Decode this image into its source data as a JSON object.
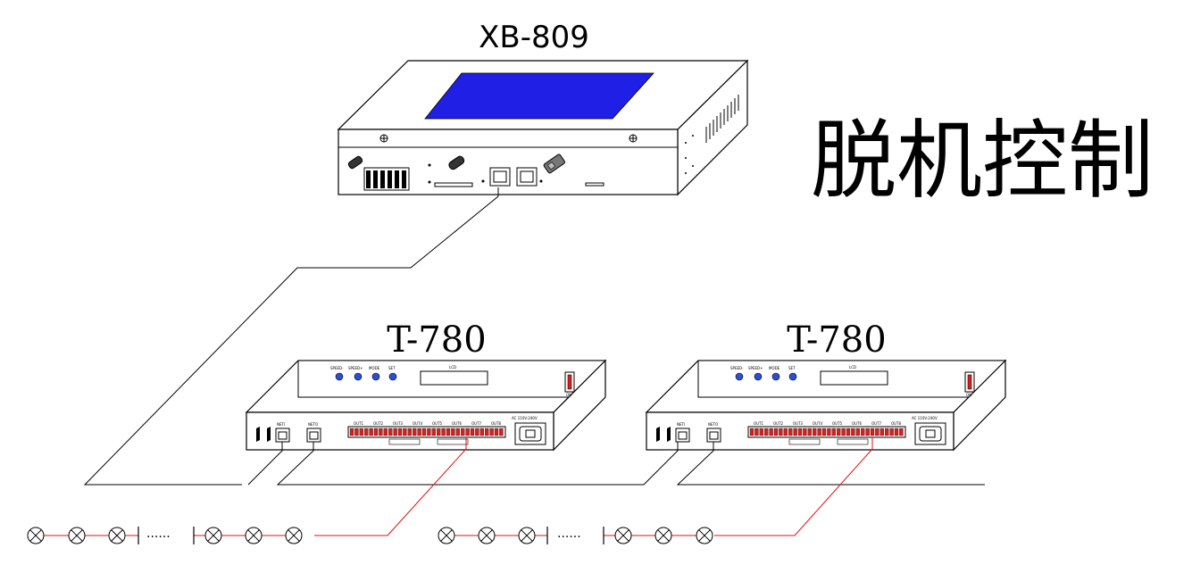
{
  "headline": "脱机控制",
  "master": {
    "model": "XB-809",
    "screen_color": "#1f1fe6"
  },
  "controllers": [
    {
      "model": "T-780",
      "button_labels": [
        "SPEED-",
        "SPEED+",
        "MODE",
        "SET"
      ],
      "screen_label": "LCD",
      "switch_label": "ON",
      "net_in": "NETI",
      "net_out": "NETO",
      "ports": [
        "OUT1",
        "OUT2",
        "OUT3",
        "OUT4",
        "OUT5",
        "OUT6",
        "OUT7",
        "OUT8"
      ],
      "power_label": "AC 110V-240V"
    },
    {
      "model": "T-780",
      "button_labels": [
        "SPEED-",
        "SPEED+",
        "MODE",
        "SET"
      ],
      "screen_label": "LCD",
      "switch_label": "ON",
      "net_in": "NETI",
      "net_out": "NETO",
      "ports": [
        "OUT1",
        "OUT2",
        "OUT3",
        "OUT4",
        "OUT5",
        "OUT6",
        "OUT7",
        "OUT8"
      ],
      "power_label": "AC 110V-240V"
    }
  ],
  "lamp_strings": [
    {
      "ellipsis": "······"
    },
    {
      "ellipsis": "······"
    }
  ],
  "colors": {
    "line": "#000000",
    "signal_wire": "#e01010",
    "button_blue": "#2a4fd6",
    "port_red": "#d42020"
  }
}
